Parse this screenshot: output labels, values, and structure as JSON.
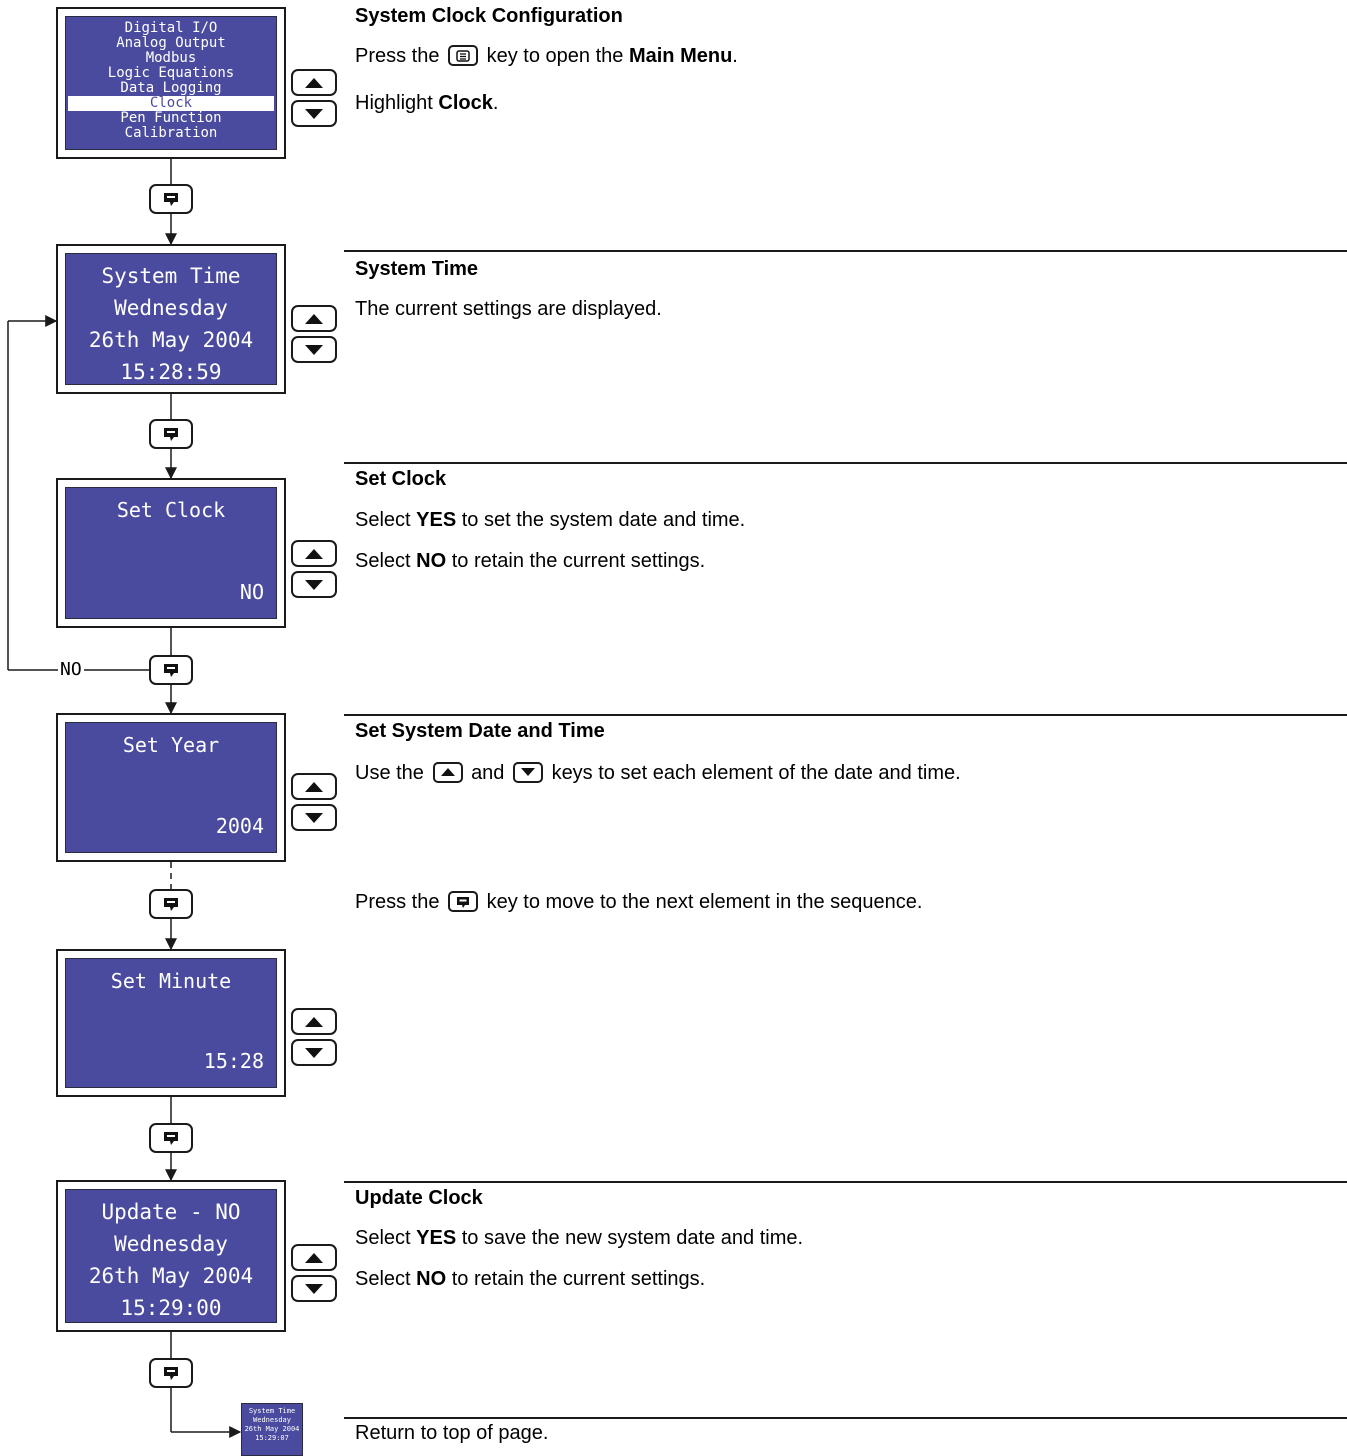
{
  "screens": {
    "menu": {
      "items": [
        "Digital I/O",
        "Analog Output",
        "Modbus",
        "Logic Equations",
        "Data Logging",
        "Clock",
        "Pen Function",
        "Calibration"
      ],
      "selected": "Clock"
    },
    "system_time": {
      "lines": [
        "System Time",
        "Wednesday",
        "26th May 2004",
        "15:28:59"
      ]
    },
    "set_clock": {
      "label": "Set Clock",
      "value": "NO"
    },
    "set_year": {
      "label": "Set Year",
      "value": "2004"
    },
    "set_minute": {
      "label": "Set Minute",
      "value": "15:28"
    },
    "update_clock": {
      "lines": [
        "Update - NO",
        "Wednesday",
        "26th May 2004",
        "15:29:00"
      ]
    },
    "return_thumb": {
      "lines": [
        "System Time",
        "Wednesday",
        "26th May 2004",
        "15:29:07"
      ]
    }
  },
  "branch_label": "NO",
  "sections": {
    "config": {
      "heading": "System Clock Configuration",
      "p1_a": "Press the",
      "p1_b": "key to open the",
      "p1_bold": "Main Menu",
      "p1_end": ".",
      "p2_a": "Highlight",
      "p2_bold": "Clock",
      "p2_end": "."
    },
    "system_time": {
      "heading": "System Time",
      "p1": "The current settings are displayed."
    },
    "set_clock": {
      "heading": "Set Clock",
      "p1_a": "Select",
      "p1_bold": "YES",
      "p1_b": "to set the system date and time.",
      "p2_a": "Select",
      "p2_bold": "NO",
      "p2_b": "to retain the current settings."
    },
    "set_date_time": {
      "heading": "Set System Date and Time",
      "p1_a": "Use the",
      "p1_b": "and",
      "p1_c": "keys to set each element of the date and time.",
      "p2_a": "Press the",
      "p2_b": "key to move to the next element in the sequence."
    },
    "update_clock": {
      "heading": "Update Clock",
      "p1_a": "Select",
      "p1_bold": "YES",
      "p1_b": "to save the new system date and time.",
      "p2_a": "Select",
      "p2_bold": "NO",
      "p2_b": "to retain the current settings."
    },
    "return": {
      "p1": "Return to top of page."
    }
  },
  "icons": {
    "up_key": "up-arrow-icon",
    "down_key": "down-arrow-icon",
    "enter_key": "enter-key-icon",
    "menu_key": "menu-key-icon"
  },
  "colors": {
    "display_bg": "#4a4b9e",
    "display_text": "#ffffff"
  }
}
